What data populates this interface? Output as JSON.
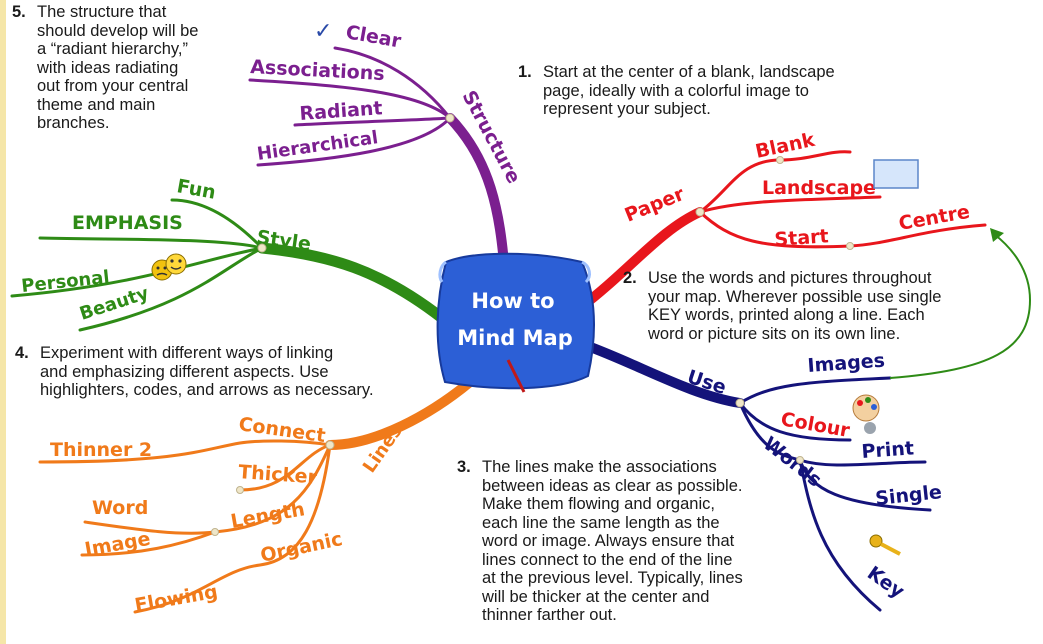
{
  "title": [
    "How to",
    "Mind Map"
  ],
  "branches": {
    "structure": {
      "label": "Structure",
      "color": "#7b1f8f",
      "items": [
        "Clear",
        "Associations",
        "Radiant",
        "Hierarchical"
      ],
      "checkmark": "✓"
    },
    "style": {
      "label": "Style",
      "color": "#2e8b16",
      "items": [
        "Fun",
        "EMPHASIS",
        "Personal",
        "Beauty"
      ]
    },
    "paper": {
      "label": "Paper",
      "color": "#e8161c",
      "items": [
        "Blank",
        "Landscape",
        "Centre",
        "Start"
      ]
    },
    "use": {
      "label": "Use",
      "color": "#14137a",
      "items": [
        "Images",
        "Colour",
        "Words",
        "Print",
        "Single",
        "Key"
      ]
    },
    "lines": {
      "label": "Lines",
      "color": "#f07a1a",
      "items": [
        "Connect",
        "Thicker",
        "Thinner 2",
        "Length",
        "Word",
        "Image",
        "Organic",
        "Flowing"
      ]
    }
  },
  "notes": [
    {
      "number": "1.",
      "text": "Start at the center of a blank, landscape\npage, ideally with a colorful image to\nrepresent your subject."
    },
    {
      "number": "2.",
      "text": "Use the words and pictures throughout\nyour map. Wherever possible use single\nKEY words, printed along a line. Each\nword or picture sits on its own line."
    },
    {
      "number": "3.",
      "text": "The lines make the associations\nbetween ideas as clear as possible.\nMake them flowing and organic,\neach line the same length as the\nword or image. Always ensure that\nlines connect to the end of the line\nat the previous level. Typically, lines\nwill be thicker at the center and\nthinner farther out."
    },
    {
      "number": "4.",
      "text": "Experiment with different ways of linking\nand emphasizing different aspects. Use\nhighlighters, codes, and arrows as necessary."
    },
    {
      "number": "5.",
      "text": "The structure that\nshould develop will be\na “radiant hierarchy,”\nwith ideas radiating\nout from your central\ntheme and main\nbranches."
    }
  ]
}
